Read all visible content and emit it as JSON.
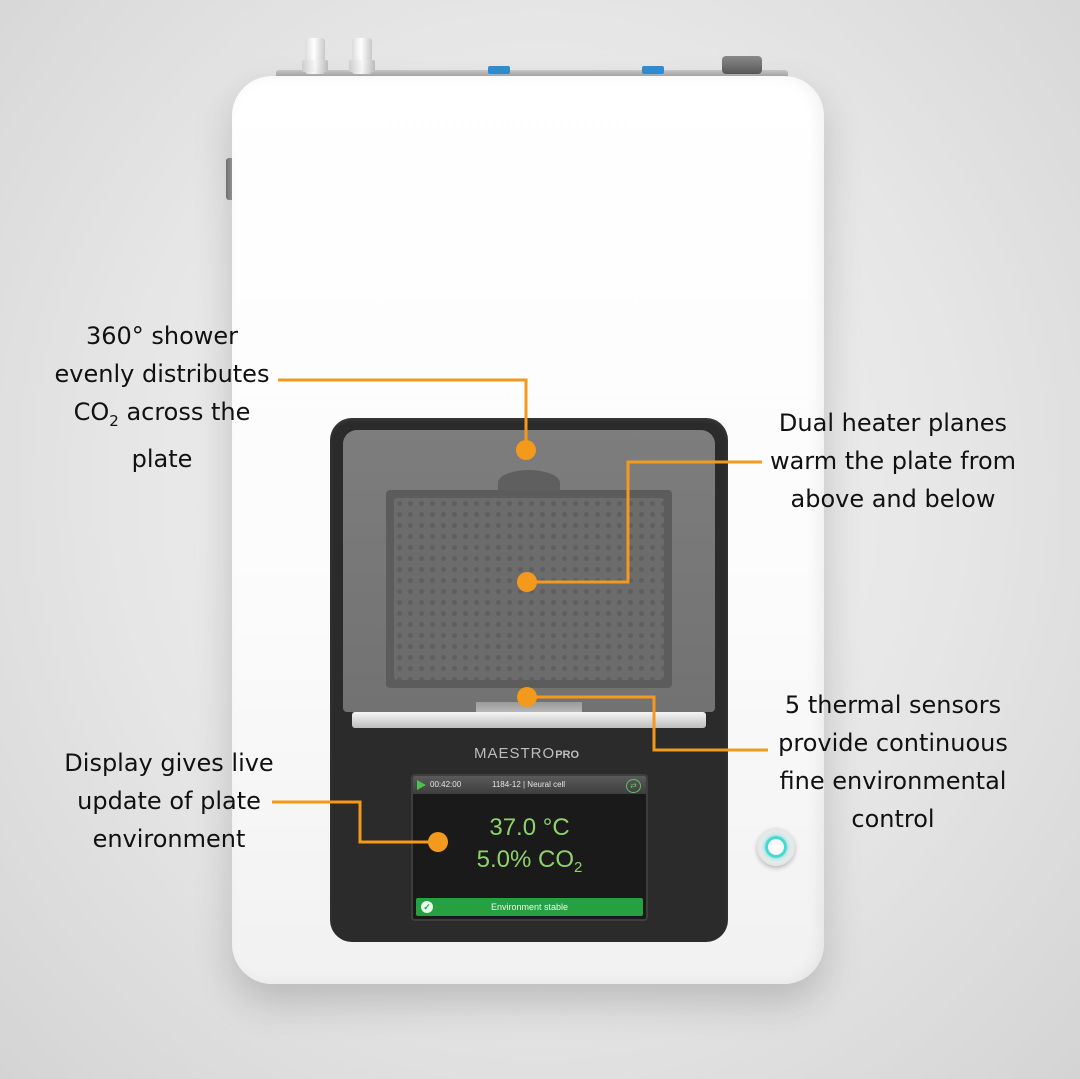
{
  "brand": {
    "name": "MAESTRO",
    "suffix": "PRO"
  },
  "screen": {
    "timer": "00:42:00",
    "run": "1184-12 | Neural cell",
    "temperature": "37.0 °C",
    "co2_value": "5.0% CO",
    "co2_sub": "2",
    "status": "Environment stable"
  },
  "callouts": {
    "shower": {
      "text": "360° shower\nevenly distributes\nCO",
      "sub": "2",
      "rest": " across the\nplate"
    },
    "heater": "Dual heater planes\nwarm the plate from\nabove and below",
    "sensors": "5 thermal sensors\nprovide continuous\nfine environmental\ncontrol",
    "display": "Display gives live\nupdate of plate\nenvironment"
  },
  "colors": {
    "callout": "#f39a1c",
    "screen_text": "#8fd16a",
    "status_bar": "#27a040",
    "power_ring": "#48d8d2"
  }
}
